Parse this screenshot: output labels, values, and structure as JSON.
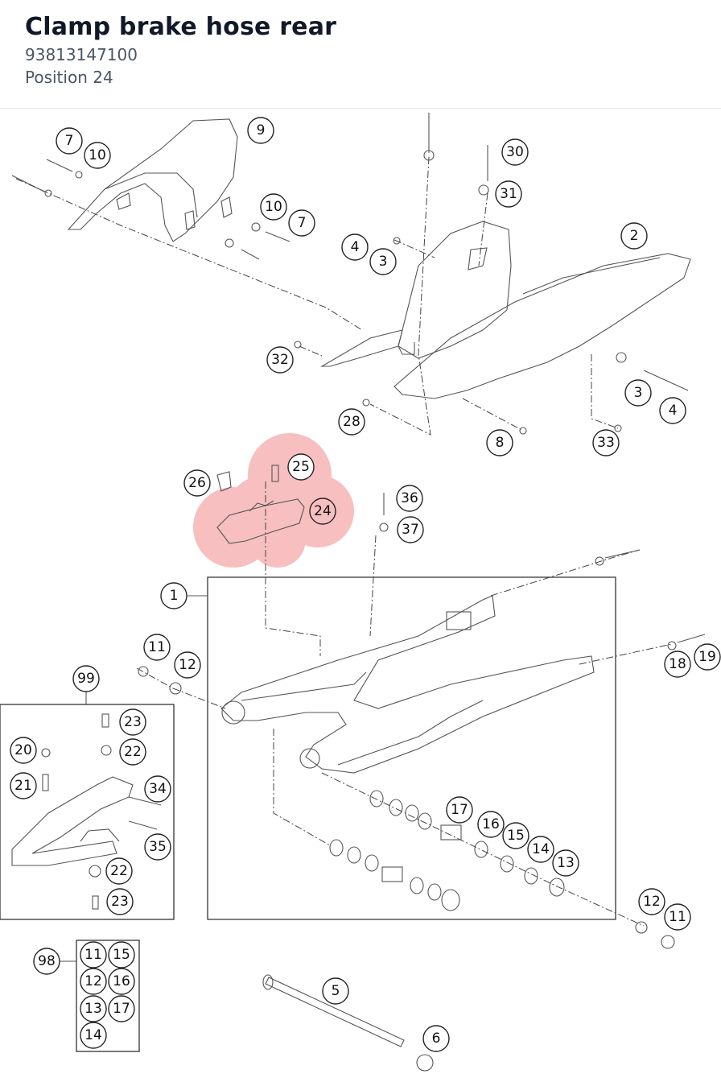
{
  "header": {
    "title": "Clamp brake hose rear",
    "part_number": "93813147100",
    "position": "Position 24"
  },
  "colors": {
    "highlight": "#f28b8b",
    "title_text": "#111827",
    "subtitle_text": "#4b5563"
  },
  "callouts": [
    "7",
    "10",
    "9",
    "10",
    "7",
    "4",
    "3",
    "30",
    "31",
    "2",
    "32",
    "3",
    "4",
    "28",
    "8",
    "33",
    "26",
    "25",
    "24",
    "36",
    "37",
    "1",
    "11",
    "12",
    "18",
    "19",
    "99",
    "23",
    "22",
    "20",
    "21",
    "34",
    "35",
    "22",
    "23",
    "17",
    "16",
    "15",
    "14",
    "13",
    "12",
    "11",
    "98",
    "11",
    "15",
    "12",
    "16",
    "13",
    "17",
    "14",
    "5",
    "6"
  ],
  "highlighted_callout": "24"
}
